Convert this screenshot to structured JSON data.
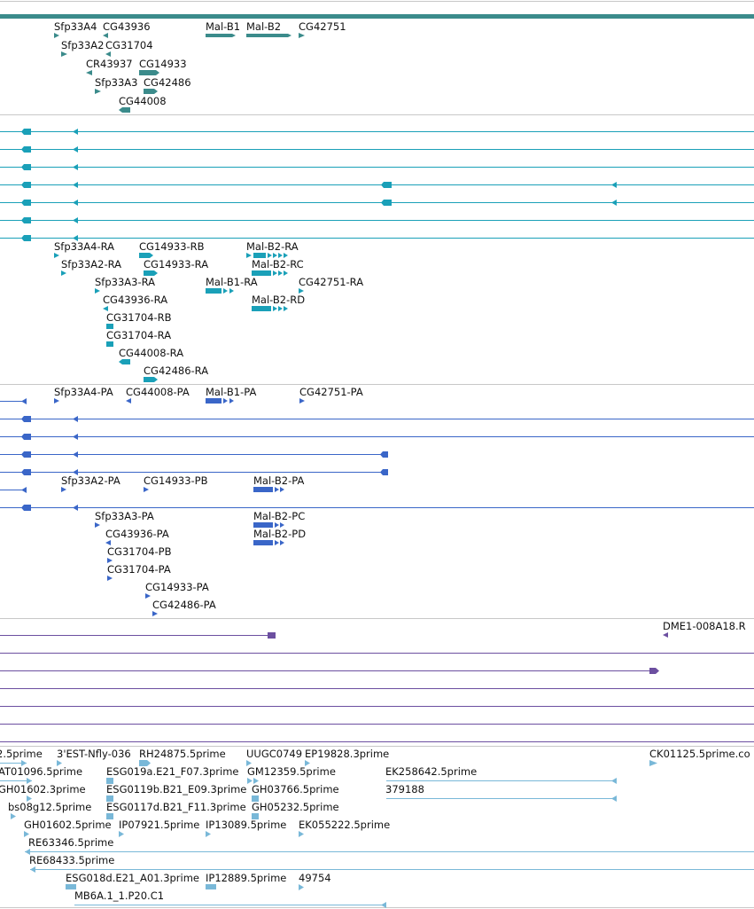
{
  "colors": {
    "gene": "#3b8b8b",
    "transcript": "#1aa0b8",
    "protein": "#3a66c8",
    "alignment": "#6c4fa0",
    "est": "#79b8d8",
    "divider": "#c8c8c8",
    "text": "#111111"
  },
  "tracks": {
    "genes": {
      "labels": [
        "Sfp33A4",
        "CG43936",
        "Mal-B1",
        "Mal-B2",
        "CG42751",
        "Sfp33A2",
        "CG31704",
        "CR43937",
        "CG14933",
        "Sfp33A3",
        "CG42486",
        "CG44008"
      ]
    },
    "transcripts": {
      "labels": [
        "Sfp33A4-RA",
        "CG14933-RB",
        "Mal-B2-RA",
        "Sfp33A2-RA",
        "CG14933-RA",
        "Mal-B2-RC",
        "Sfp33A3-RA",
        "Mal-B1-RA",
        "CG42751-RA",
        "CG43936-RA",
        "Mal-B2-RD",
        "CG31704-RB",
        "CG31704-RA",
        "CG44008-RA",
        "CG42486-RA"
      ]
    },
    "proteins": {
      "labels": [
        "Sfp33A4-PA",
        "CG44008-PA",
        "Mal-B1-PA",
        "CG42751-PA",
        "Sfp33A2-PA",
        "CG14933-PB",
        "Mal-B2-PA",
        "Sfp33A3-PA",
        "Mal-B2-PC",
        "CG43936-PA",
        "Mal-B2-PD",
        "CG31704-PB",
        "CG31704-PA",
        "CG14933-PA",
        "CG42486-PA"
      ]
    },
    "alignments": {
      "labels": [
        "DME1-008A18.R"
      ]
    },
    "ests": {
      "labels": [
        "2.5prime",
        "3'EST-Nfly-036",
        "RH24875.5prime",
        "UUGC0749",
        "EP19828.3prime",
        "CK01125.5prime.co",
        "AT01096.5prime",
        "ESG019a.E21_F07.3prime",
        "GM12359.5prime",
        "EK258642.5prime",
        "GH01602.3prime",
        "ESG0119b.B21_E09.3prime",
        "GH03766.5prime",
        "379188",
        "bs08g12.5prime",
        "ESG0117d.B21_F11.3prime",
        "GH05232.5prime",
        "GH01602.5prime",
        "IP07921.5prime",
        "IP13089.5prime",
        "EK055222.5prime",
        "RE63346.5prime",
        "RE68433.5prime",
        "ESG018d.E21_A01.3prime",
        "IP12889.5prime",
        "49754",
        "MB6A.1_1.P20.C1"
      ]
    }
  }
}
